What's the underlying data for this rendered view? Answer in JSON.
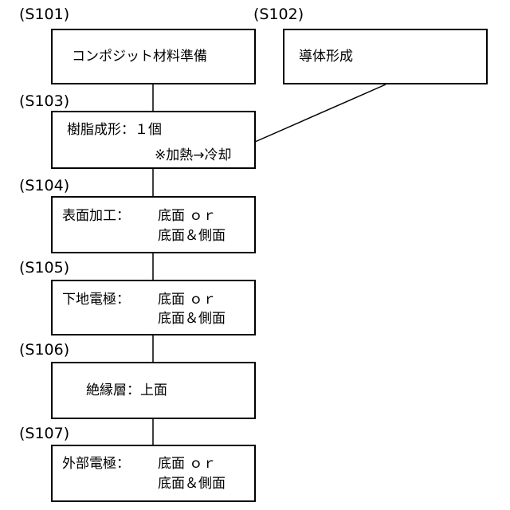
{
  "steps": [
    {
      "id": "(S101)",
      "lines": [
        "コンポジット材料準備"
      ]
    },
    {
      "id": "(S102)",
      "lines": [
        "導体形成"
      ]
    },
    {
      "id": "(S103)",
      "lines": [
        "樹脂成形：１個",
        "※加熱→冷却"
      ]
    },
    {
      "id": "(S104)",
      "label": "表面加工：",
      "lines": [
        "底面 ｏｒ",
        "底面＆側面"
      ]
    },
    {
      "id": "(S105)",
      "label": "下地電極：",
      "lines": [
        "底面 ｏｒ",
        "底面＆側面"
      ]
    },
    {
      "id": "(S106)",
      "lines": [
        "絶縁層：上面"
      ]
    },
    {
      "id": "(S107)",
      "label": "外部電極：",
      "lines": [
        "底面 ｏｒ",
        "底面＆側面"
      ]
    }
  ]
}
